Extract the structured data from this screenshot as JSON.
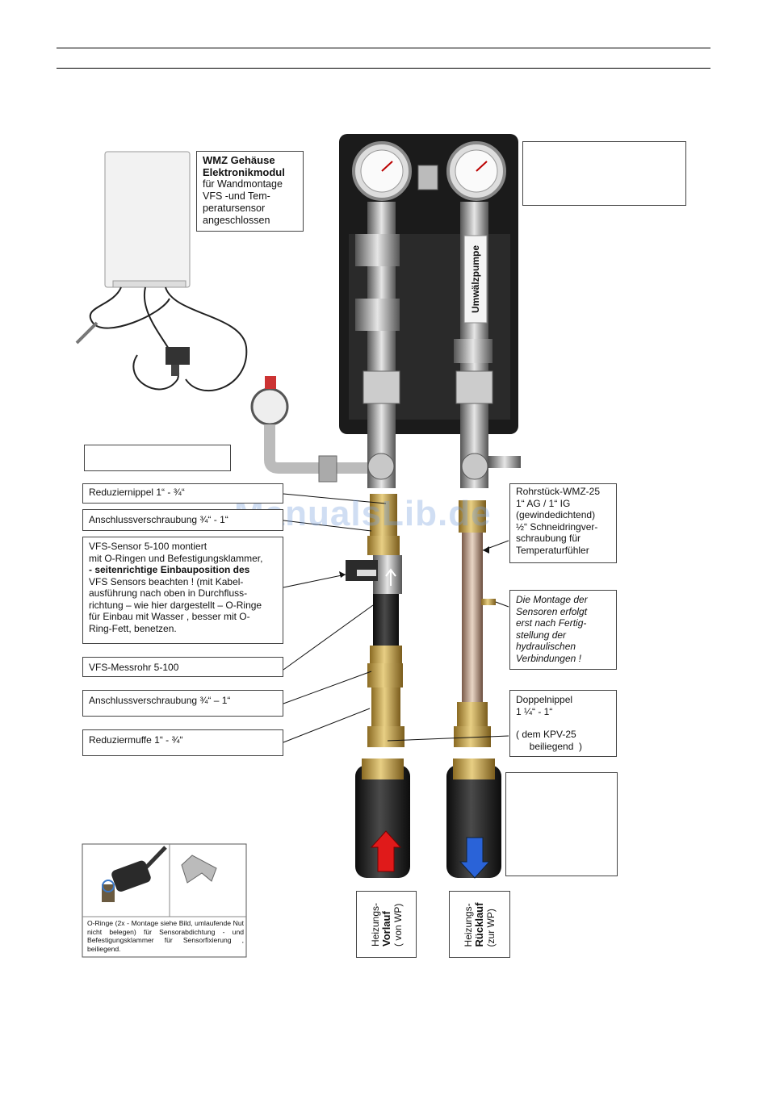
{
  "watermark": "ManualsLib.de",
  "wmz_box": {
    "line1": "WMZ Gehäuse",
    "line2": "Elektronikmodul",
    "line3": " für Wandmontage",
    "line4": " VFS  -und Tem-",
    "line5": "peratursensor",
    "line6": "angeschlossen"
  },
  "pump_label": "Umwälzpumpe",
  "left_labels": {
    "reduziernippel": "Reduziernippel    1“ -  ¾“",
    "anschluss_top": "Anschlussverschraubung      ¾“  - 1“",
    "vfs_sensor": {
      "l1": "VFS-Sensor 5-100               montiert",
      "l2": "mit O-Ringen und Befestigungsklammer,",
      "l3": "- seitenrichtige Einbauposition des",
      "l4": "VFS Sensors beachten ! (mit Kabel-",
      "l5": "ausführung nach oben in Durchfluss-",
      "l6": "richtung – wie hier dargestellt – O-Ringe",
      "l7": "für Einbau  mit Wasser , besser mit  O-",
      "l8": "Ring-Fett, benetzen."
    },
    "messrohr": "VFS-Messrohr 5-100",
    "anschluss_bottom": "Anschlussverschraubung   ¾“ – 1“",
    "reduziermuffe": "Reduziermuffe       1“ -  ¾“"
  },
  "right_labels": {
    "rohrstueck": {
      "l1": "Rohrstück-WMZ-25",
      "l2": "1“ AG  /  1“ IG",
      "l3": "(gewindedichtend)",
      "l4": "½“ Schneidringver-",
      "l5": "schraubung für",
      "l6": "Temperaturfühler"
    },
    "montage": {
      "l1": "Die Montage der",
      "l2": "Sensoren erfolgt",
      "l3": "erst nach Fertig-",
      "l4": "stellung der",
      "l5": "hydraulischen",
      "l6": "Verbindungen  !"
    },
    "doppelnippel": {
      "l1": "Doppelnippel",
      "l2": "1 ¼“  -  1“",
      "l3": "( dem KPV-25",
      "l4": "     beiliegend  )"
    }
  },
  "oring_caption": "O-Ringe (2x - Montage siehe Bild, umlaufende Nut nicht belegen) für Sensorabdichtung - und Befestigungsklammer  für  Sensorfixierung , beiliegend.",
  "vorlauf": {
    "l1": "Heizungs-",
    "l2": "Vorlauf",
    "l3": "( von  WP)"
  },
  "ruecklauf": {
    "l1": "Heizungs-",
    "l2": "Rücklauf",
    "l3": "(zur  WP)"
  },
  "colors": {
    "supply_arrow": "#e01a1a",
    "return_arrow": "#2a63d8",
    "hose": "#1a1a1a",
    "brass": "#c9a24a"
  }
}
